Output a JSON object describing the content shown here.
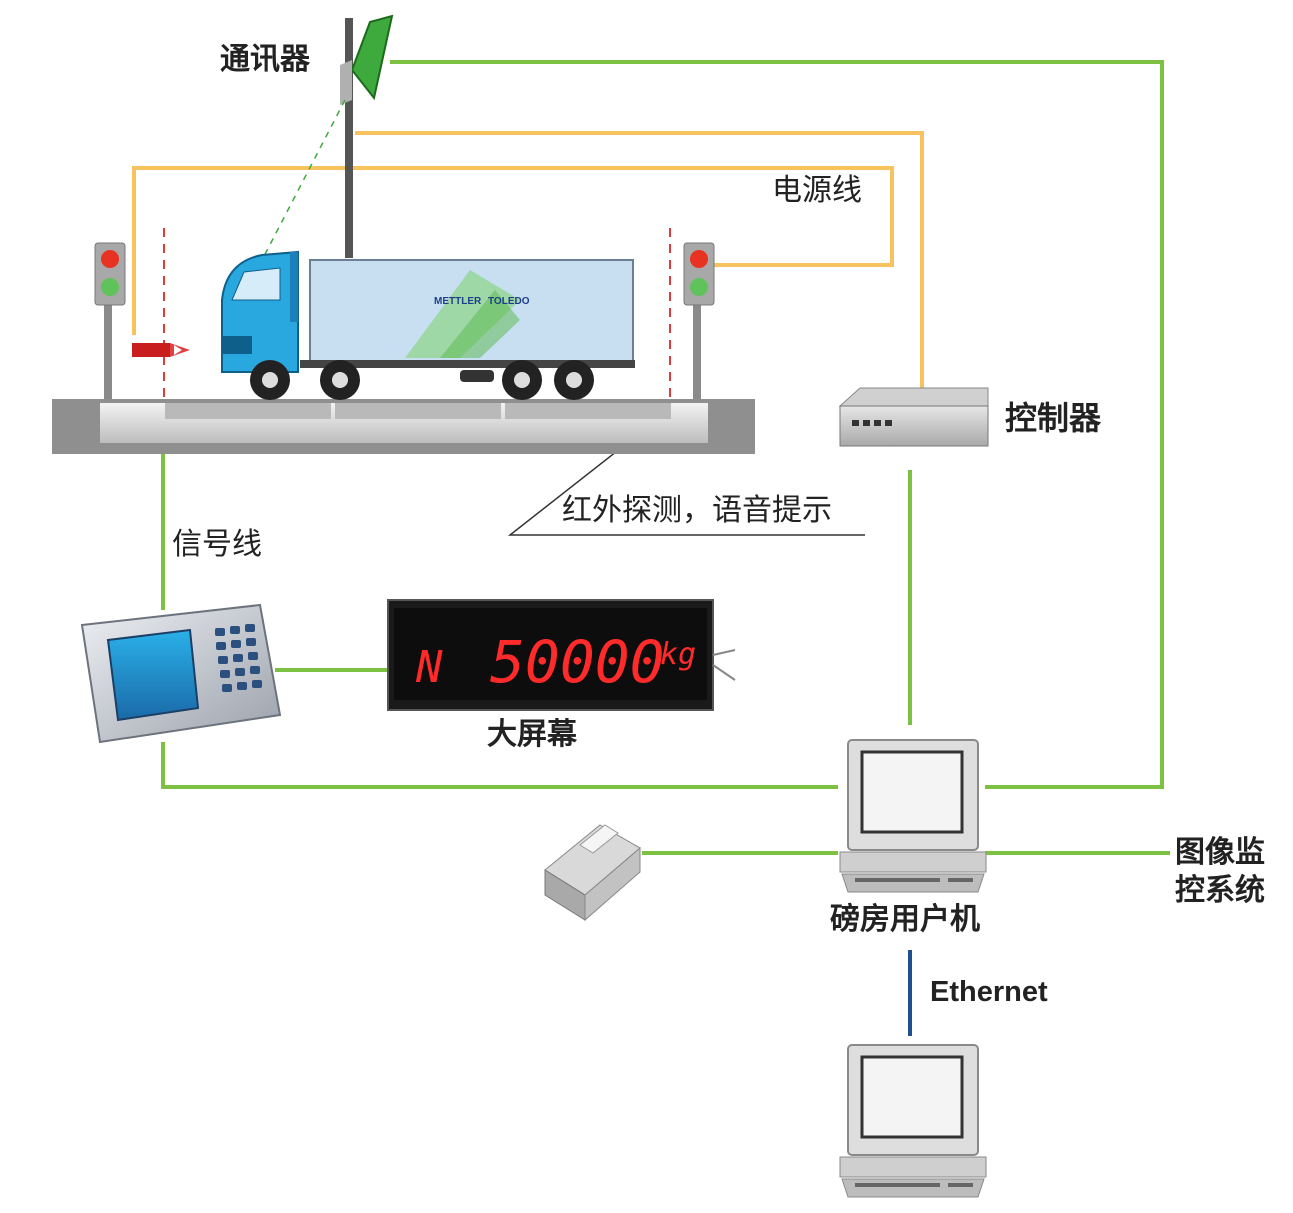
{
  "labels": {
    "communicator": "通讯器",
    "power_line": "电源线",
    "controller": "控制器",
    "infrared": "红外探测，语音提示",
    "signal_line": "信号线",
    "big_screen": "大屏幕",
    "image_monitor_line1": "图像监",
    "image_monitor_line2": "控系统",
    "weighroom_pc": "磅房用户机",
    "ethernet": "Ethernet"
  },
  "display": {
    "mode": "N",
    "reading": "50000",
    "unit": "kg"
  },
  "truck": {
    "brand_left": "METTLER",
    "brand_right": "TOLEDO"
  },
  "colors": {
    "signal_green": "#7cc142",
    "power_orange": "#f7c35f",
    "ethernet_blue": "#1f4f8f",
    "truck_cab": "#29a8e0",
    "led_red": "#ff2a2a"
  }
}
